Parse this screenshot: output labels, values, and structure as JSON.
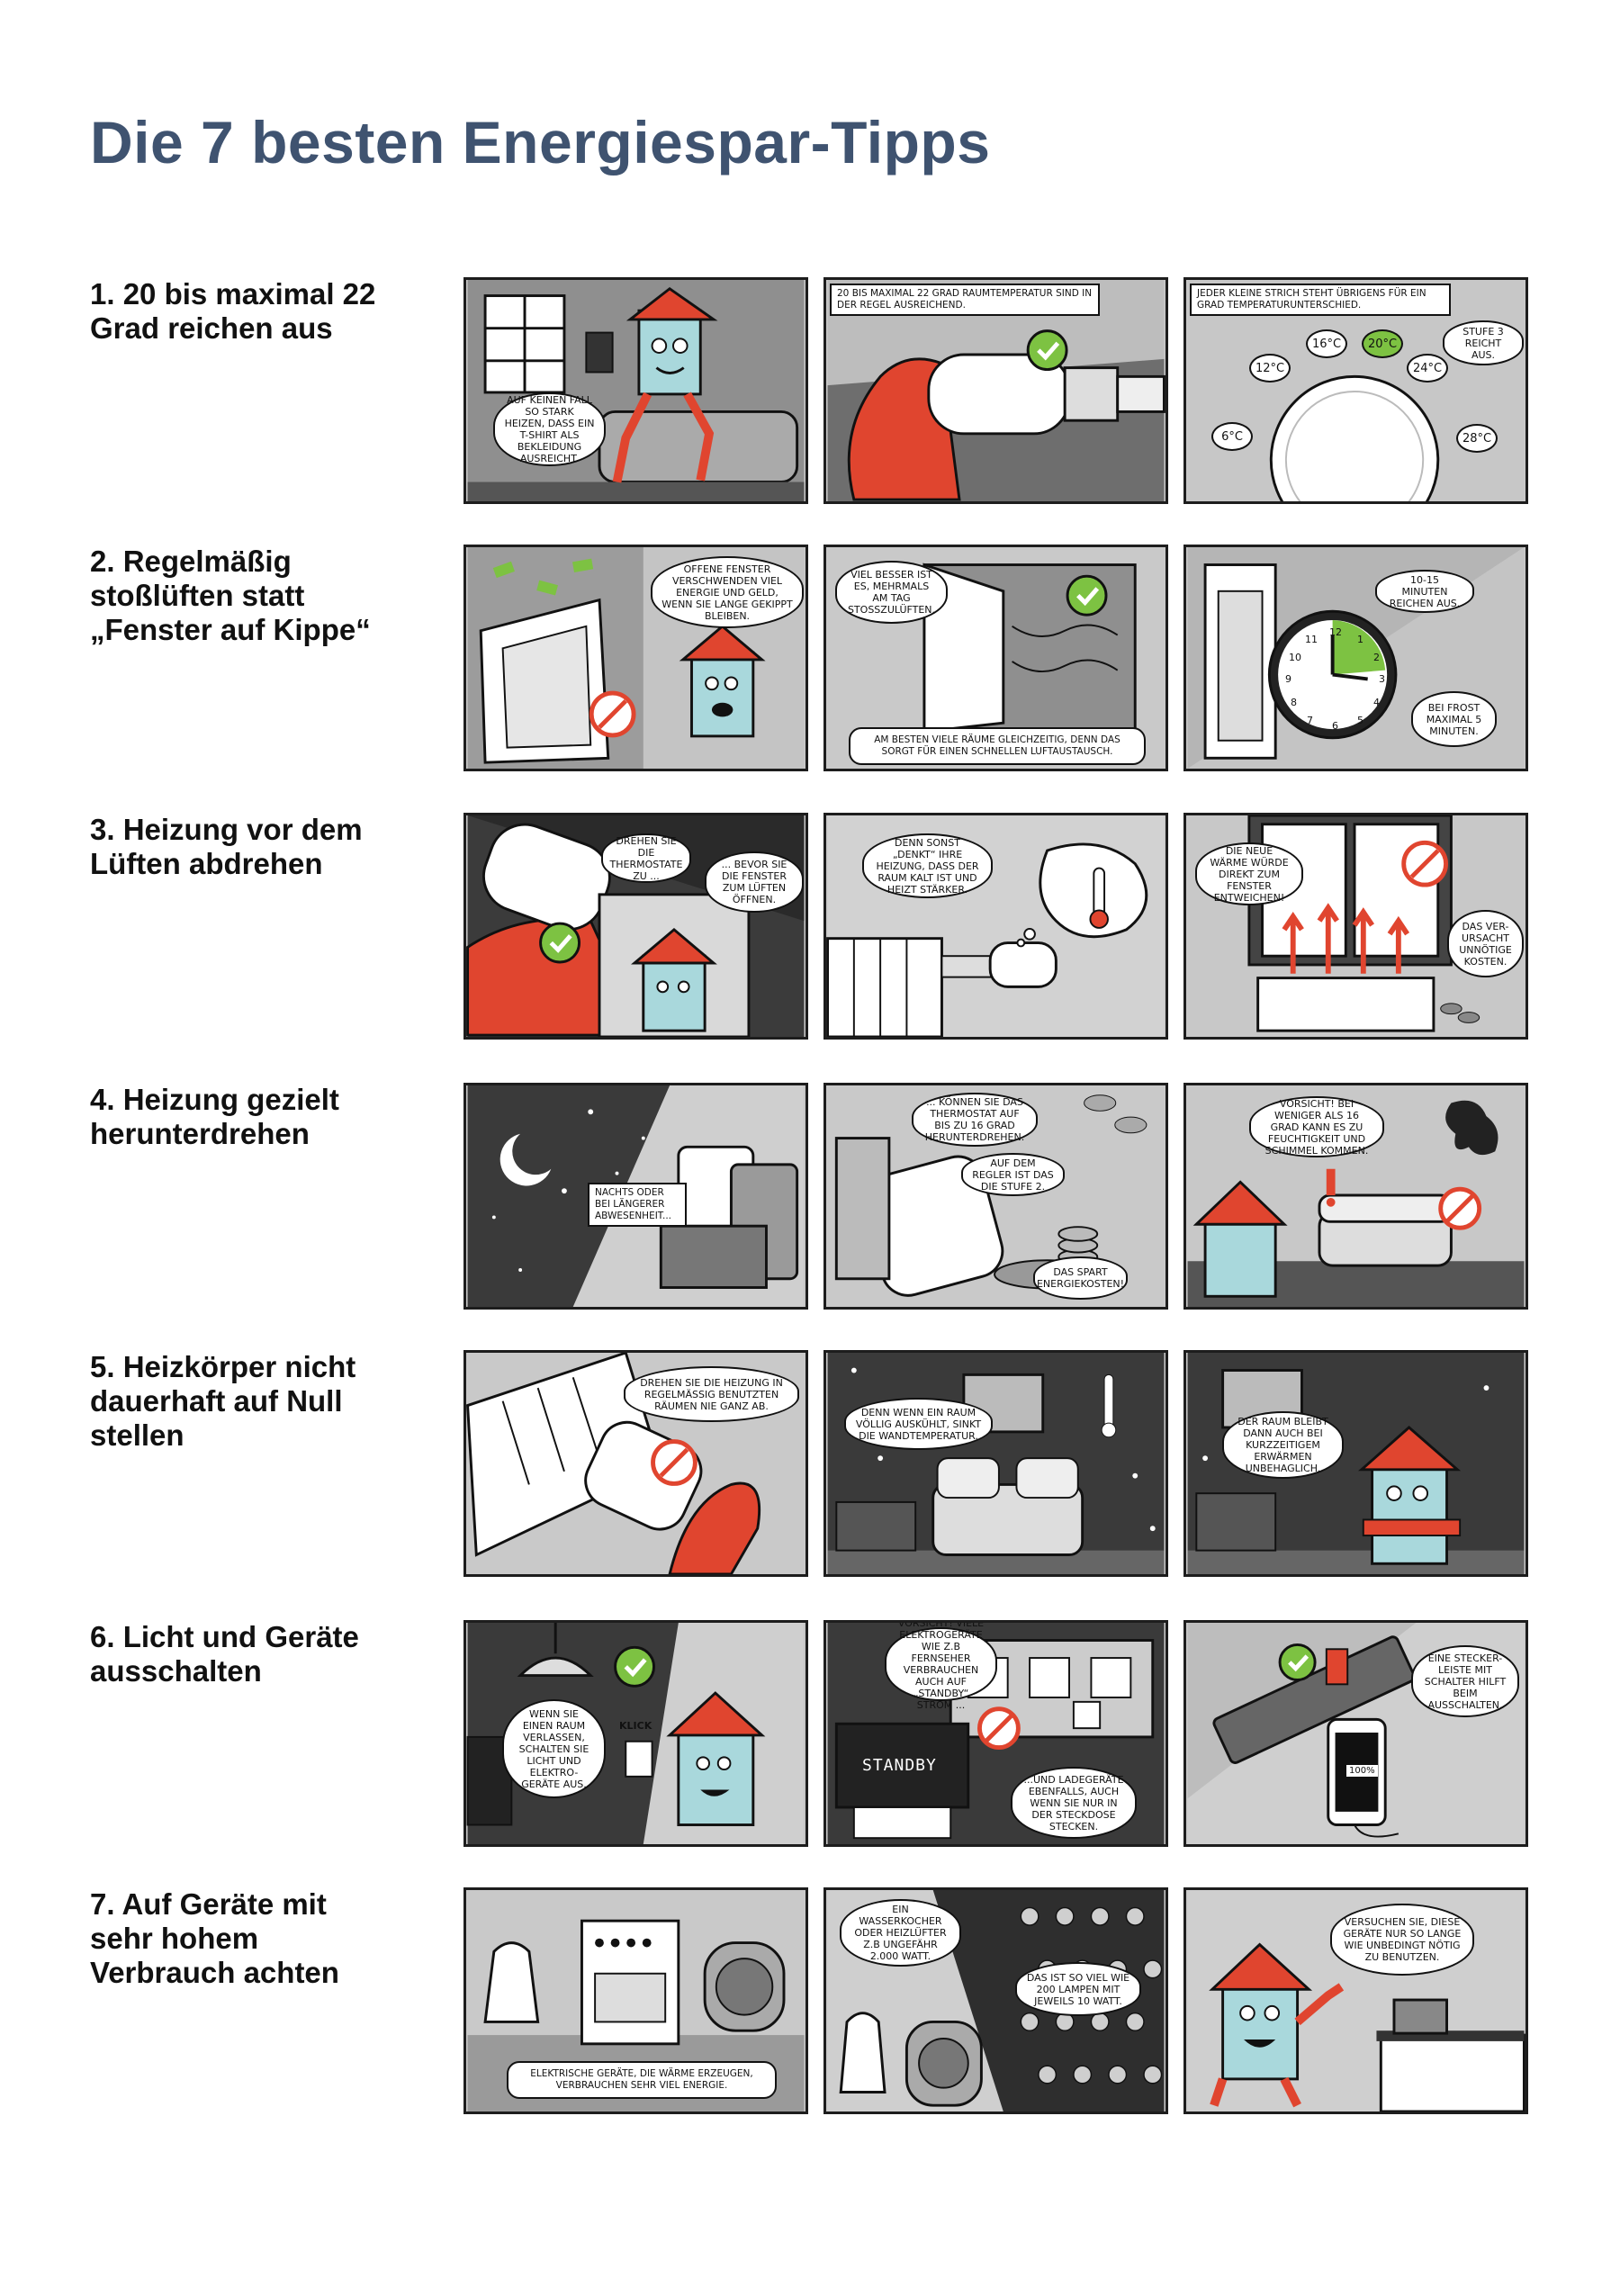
{
  "title": "Die 7 besten Energiespar-Tipps",
  "colors": {
    "title": "#3f5370",
    "accent_red": "#e0452f",
    "check_green": "#7dc242",
    "house_blue": "#a9d8dc"
  },
  "tips": [
    {
      "label": "1. 20 bis maximal 22\nGrad reichen aus",
      "panels": [
        {
          "scene": "house-on-couch-with-phone",
          "texts": [
            "AUF KEINEN FALL SO STARK HEIZEN, DASS EIN T-SHIRT ALS BEKLEIDUNG AUSREICHT."
          ]
        },
        {
          "scene": "hand-turning-thermostat-check",
          "texts": [
            "20 BIS MAXIMAL 22 GRAD RAUMTEMPERATUR SIND IN DER REGEL AUSREICHEND."
          ]
        },
        {
          "scene": "thermostat-dial-temperatures",
          "texts": [
            "JEDER KLEINE STRICH STEHT ÜBRIGENS FÜR EIN GRAD TEMPERATURUNTERSCHIED.",
            "STUFE 3 REICHT AUS."
          ],
          "temperatures": [
            "6°C",
            "12°C",
            "16°C",
            "20°C",
            "24°C",
            "28°C"
          ]
        }
      ]
    },
    {
      "label": "2. Regelmäßig\nstoßlüften statt\n„Fenster auf Kippe“",
      "panels": [
        {
          "scene": "tilted-window-money-flying",
          "texts": [
            "OFFENE FENSTER VERSCHWENDEN VIEL ENERGIE UND GELD, WENN SIE LANGE GEKIPPT BLEIBEN."
          ]
        },
        {
          "scene": "open-window-air-check",
          "texts": [
            "VIEL BESSER IST ES, MEHRMALS AM TAG STOSSZULÜFTEN.",
            "AM BESTEN VIELE RÄUME GLEICHZEITIG, DENN DAS SORGT FÜR EINEN SCHNELLEN LUFTAUSTAUSCH."
          ]
        },
        {
          "scene": "window-clock-timer",
          "texts": [
            "10-15 MINUTEN REICHEN AUS.",
            "BEI FROST MAXIMAL 5 MINUTEN."
          ],
          "clock_numbers": [
            "12",
            "1",
            "2",
            "3",
            "4",
            "5",
            "6",
            "7",
            "8",
            "9",
            "10",
            "11"
          ]
        }
      ]
    },
    {
      "label": "3. Heizung vor dem\nLüften abdrehen",
      "panels": [
        {
          "scene": "hand-turning-thermostat-house-window",
          "texts": [
            "DREHEN SIE DIE THERMOSTATE ZU ...",
            "... BEVOR SIE DIE FENSTER ZUM LÜFTEN ÖFFNEN."
          ]
        },
        {
          "scene": "radiator-thought-cold",
          "texts": [
            "DENN SONST „DENKT“ IHRE HEIZUNG, DASS DER RAUM KALT IST UND HEIZT STÄRKER."
          ]
        },
        {
          "scene": "heat-escaping-window",
          "texts": [
            "DIE NEUE WÄRME WÜRDE DIREKT ZUM FENSTER ENTWEICHEN!",
            "DAS VER-URSACHT UNNÖTIGE KOSTEN."
          ]
        }
      ]
    },
    {
      "label": "4. Heizung gezielt\nherunterdrehen",
      "panels": [
        {
          "scene": "night-sky-suitcases",
          "texts": [
            "NACHTS ODER BEI LÄNGERER ABWESENHEIT..."
          ]
        },
        {
          "scene": "thermostat-coins",
          "texts": [
            "... KÖNNEN SIE DAS THERMOSTAT AUF BIS ZU 16 GRAD HERUNTERDREHEN.",
            "AUF DEM REGLER IST DAS DIE STUFE 2.",
            "DAS SPART ENERGIEKOSTEN!"
          ]
        },
        {
          "scene": "house-mold-couch",
          "texts": [
            "VORSICHT! BEI WENIGER ALS 16 GRAD KANN ES ZU FEUCHTIGKEIT UND SCHIMMEL KOMMEN."
          ]
        }
      ]
    },
    {
      "label": "5. Heizkörper nicht\ndauerhaft auf Null\nstellen",
      "panels": [
        {
          "scene": "hand-thermostat-radiator",
          "texts": [
            "DREHEN SIE DIE HEIZUNG IN REGELMÄSSIG BENUTZTEN RÄUMEN NIE GANZ AB."
          ]
        },
        {
          "scene": "cold-living-room",
          "texts": [
            "DENN WENN EIN RAUM VÖLLIG AUSKÜHLT, SINKT DIE WANDTEMPERATUR."
          ]
        },
        {
          "scene": "cold-room-house-scarf",
          "texts": [
            "DER RAUM BLEIBT DANN AUCH BEI KURZZEITIGEM ERWÄRMEN UNBEHAGLICH."
          ]
        }
      ]
    },
    {
      "label": "6. Licht und Geräte\nausschalten",
      "panels": [
        {
          "scene": "house-light-switch",
          "texts": [
            "WENN SIE EINEN RAUM VERLASSEN, SCHALTEN SIE LICHT UND ELEKTRO-GERÄTE AUS.",
            "KLICK"
          ]
        },
        {
          "scene": "tv-standby-sockets",
          "texts": [
            "VORSICHT! VIELE ELEKTROGERÄTE WIE Z.B FERNSEHER VERBRAUCHEN AUCH AUF „STANDBY“ STROM ...",
            "STANDBY",
            "...UND LADEGERÄTE EBENFALLS, AUCH WENN SIE NUR IN DER STECKDOSE STECKEN."
          ]
        },
        {
          "scene": "power-strip-phone",
          "texts": [
            "EINE STECKER-LEISTE MIT SCHALTER HILFT BEIM AUSSCHALTEN.",
            "100%"
          ]
        }
      ]
    },
    {
      "label": "7. Auf Geräte mit\nsehr hohem\nVerbrauch achten",
      "panels": [
        {
          "scene": "kettle-oven-heater",
          "texts": [
            "ELEKTRISCHE GERÄTE, DIE WÄRME ERZEUGEN, VERBRAUCHEN SEHR VIEL ENERGIE."
          ]
        },
        {
          "scene": "kettle-heater-lamps",
          "texts": [
            "EIN WASSERKOCHER ODER HEIZLÜFTER Z.B UNGEFÄHR 2.000 WATT.",
            "DAS IST SO VIEL WIE 200 LAMPEN MIT JEWEILS 10 WATT."
          ]
        },
        {
          "scene": "house-cooking",
          "texts": [
            "VERSUCHEN SIE, DIESE GERÄTE NUR SO LANGE WIE UNBEDINGT NÖTIG ZU BENUTZEN."
          ]
        }
      ]
    }
  ]
}
